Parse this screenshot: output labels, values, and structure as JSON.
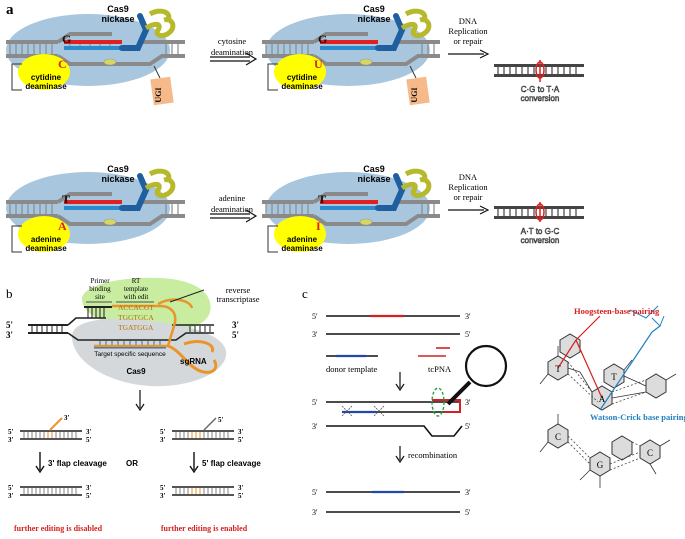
{
  "panel_a": {
    "label": "a",
    "top": {
      "enzyme_left": {
        "name_line1": "Cas9",
        "name_line2": "nickase"
      },
      "enzyme_right": {
        "name_line1": "Cas9",
        "name_line2": "nickase"
      },
      "base_top_left": "G",
      "base_bottom_left": "C",
      "base_top_right": "G",
      "base_bottom_right": "U",
      "deaminase_left": {
        "line1": "cytidine",
        "line2": "deaminase"
      },
      "deaminase_right": {
        "line1": "cytidine",
        "line2": "deaminase"
      },
      "ugi_left": "UGI",
      "ugi_right": "UGI",
      "step1_line1": "cytosine",
      "step1_line2": "deamination",
      "step2_line1": "DNA",
      "step2_line2": "Replication",
      "step2_line3": "or repair",
      "result_line1": "C·G to T·A",
      "result_line2": "conversion",
      "colors": {
        "guide": "#1f5fa0",
        "edit_base": "#e02020",
        "cas9": "#9bbdd9"
      }
    },
    "bottom": {
      "enzyme_left": {
        "name_line1": "Cas9",
        "name_line2": "nickase"
      },
      "enzyme_right": {
        "name_line1": "Cas9",
        "name_line2": "nickase"
      },
      "base_top_left": "T",
      "base_bottom_left": "A",
      "base_top_right": "T",
      "base_bottom_right": "I",
      "deaminase_left": {
        "line1": "adenine",
        "line2": "deaminase"
      },
      "deaminase_right": {
        "line1": "adenine",
        "line2": "deaminase"
      },
      "step1_line1": "adenine",
      "step1_line2": "deamination",
      "step2_line1": "DNA",
      "step2_line2": "Replication",
      "step2_line3": "or repair",
      "result_line1": "A·T to G·C",
      "result_line2": "conversion"
    }
  },
  "panel_b": {
    "label": "b",
    "reverse_transcriptase_line1": "reverse",
    "reverse_transcriptase_line2": "transcriptase",
    "primer_line1": "Primer",
    "primer_line2": "binding",
    "primer_line3": "site",
    "rt_line1": "RT",
    "rt_line2": "template",
    "rt_line3": "with edit",
    "seq1": "ACCACGT",
    "seq2": "TGGTGCA",
    "seq3": "TGATGGA",
    "five_prime_left": "5'",
    "three_prime_left": "3'",
    "three_prime_right": "3'",
    "five_prime_right": "5'",
    "target_label": "Target specific sequence",
    "sgrna_label": "sgRNA",
    "cas9_label": "Cas9",
    "flap3": "3'",
    "flap5": "5'",
    "cleave3": "3' flap cleavage",
    "cleave5": "5' flap cleavage",
    "or": "OR",
    "result_disabled": "further editing is disabled",
    "result_enabled": "further editing is enabled",
    "colors": {
      "orange": "#e8952a",
      "green_blob": "#c8eca0",
      "red_text": "#d42020"
    }
  },
  "panel_c": {
    "label": "c",
    "five": "5'",
    "three": "3'",
    "donor_label": "donor template",
    "tcpna_label": "tcPNA",
    "recombination_label": "recombination",
    "hoogsteen_label": "Hoogsteen-base pairing",
    "watson_label": "Watson-Crick base pairing",
    "base_T1": "T",
    "base_T2": "T",
    "base_A": "A",
    "base_C1": "C",
    "base_G": "G",
    "base_C2": "C",
    "colors": {
      "red": "#d42020",
      "blue": "#2048a8",
      "hoogsteen": "#d42020",
      "watson": "#2080c0"
    }
  }
}
